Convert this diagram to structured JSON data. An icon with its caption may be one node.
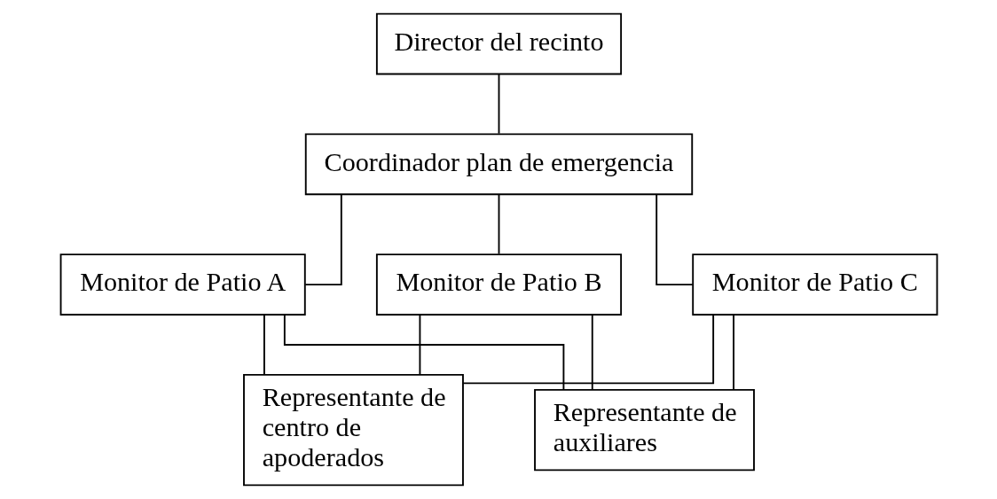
{
  "diagram": {
    "nodes": [
      {
        "text": [
          "Director del recinto"
        ]
      },
      {
        "text": [
          "Coordinador plan de emergencia"
        ]
      },
      {
        "text": [
          "Monitor de Patio A"
        ]
      },
      {
        "text": [
          "Monitor de Patio B"
        ]
      },
      {
        "text": [
          "Monitor de Patio C"
        ]
      },
      {
        "text": [
          "Representante de centro de apoderados"
        ]
      },
      {
        "text": [
          "Representante de auxiliares"
        ]
      }
    ],
    "edges": [
      {
        "from": 0,
        "to": 1,
        "arrow": "none"
      },
      {
        "from": 1,
        "to": 2,
        "arrow": "none"
      },
      {
        "from": 1,
        "to": 3,
        "arrow": "none"
      },
      {
        "from": 1,
        "to": 4,
        "arrow": "none"
      },
      {
        "from": 2,
        "to": 5,
        "arrow": "none"
      },
      {
        "from": 2,
        "to": 6,
        "arrow": "none"
      },
      {
        "from": 3,
        "to": 5,
        "arrow": "none"
      },
      {
        "from": 3,
        "to": 6,
        "arrow": "none"
      },
      {
        "from": 4,
        "to": 5,
        "arrow": "none"
      },
      {
        "from": 4,
        "to": 6,
        "arrow": "none"
      }
    ]
  }
}
